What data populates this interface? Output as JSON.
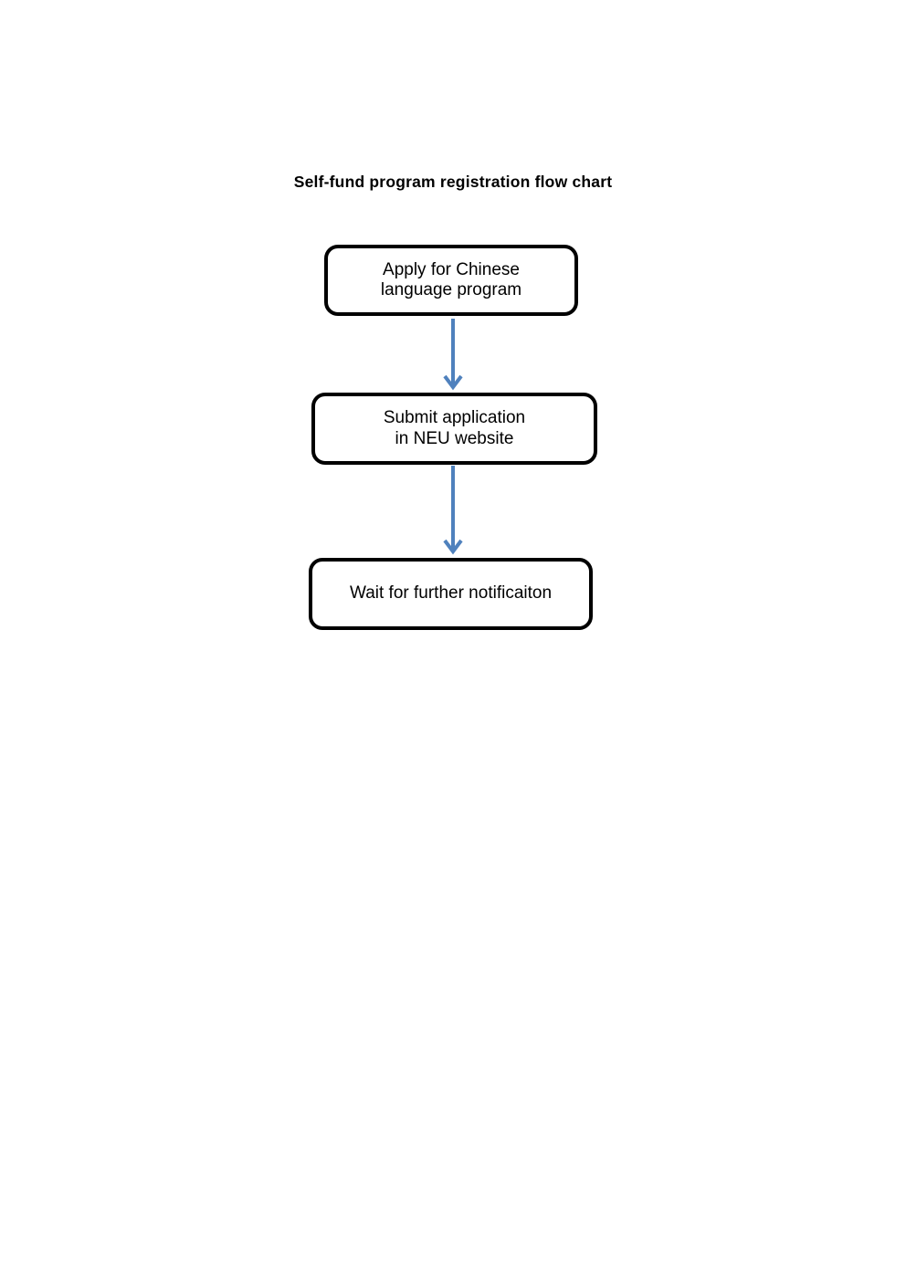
{
  "page": {
    "title": "Self-fund program registration flow chart",
    "background_color": "#ffffff"
  },
  "flowchart": {
    "box_border_color": "#000000",
    "box_fill_color": "#ffffff",
    "text_color": "#000000",
    "arrow_color": "#4f81bd",
    "steps": [
      {
        "id": "apply",
        "lines": [
          "Apply for Chinese",
          "language program"
        ]
      },
      {
        "id": "submit",
        "lines": [
          "Submit application",
          "in NEU website"
        ]
      },
      {
        "id": "wait",
        "lines": [
          "Wait for further notificaiton"
        ]
      }
    ],
    "connectors": [
      {
        "from": "apply",
        "to": "submit",
        "direction": "down"
      },
      {
        "from": "submit",
        "to": "wait",
        "direction": "down"
      }
    ]
  }
}
